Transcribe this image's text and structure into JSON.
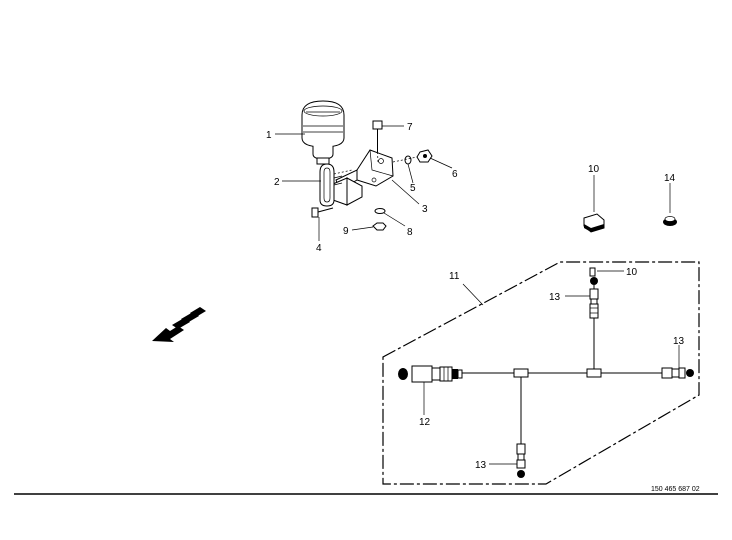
{
  "callouts": {
    "c1": "1",
    "c2": "2",
    "c3": "3",
    "c4": "4",
    "c5": "5",
    "c6": "6",
    "c7": "7",
    "c8": "8",
    "c9": "9",
    "c10a": "10",
    "c10b": "10",
    "c11": "11",
    "c12": "12",
    "c13a": "13",
    "c13b": "13",
    "c13c": "13",
    "c14": "14"
  },
  "document_number": "150 465 687 02"
}
